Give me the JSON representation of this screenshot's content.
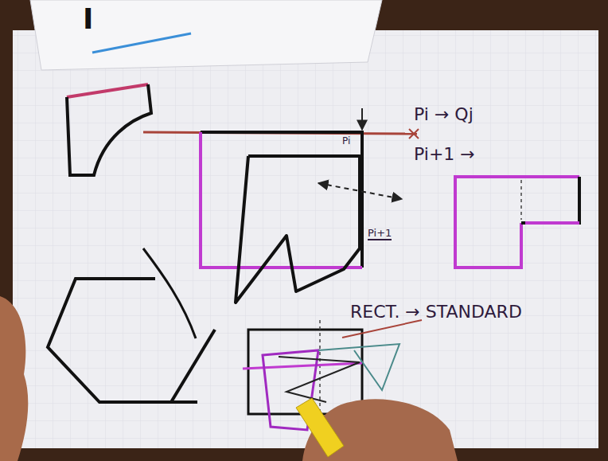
{
  "diagram": {
    "labels": [
      "I",
      "Pi → Qj",
      "Pi+1 →",
      "Pi",
      "Pi+1",
      "RECT. → STANDARD"
    ]
  }
}
